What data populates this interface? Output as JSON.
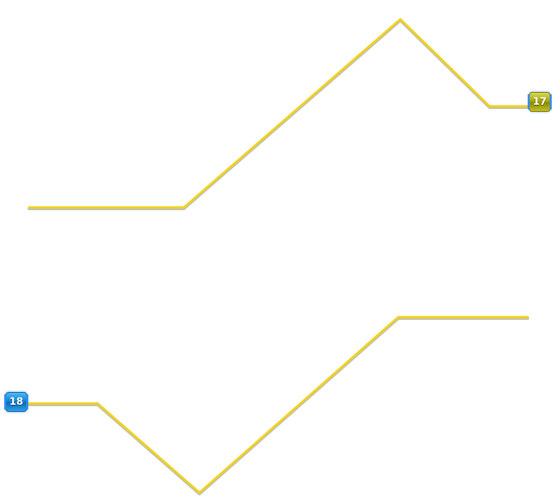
{
  "board": {
    "background": "#ffffff",
    "route_color": "#f2d21b",
    "markers": [
      {
        "id": "17",
        "label": "17",
        "color": "#a8a808"
      },
      {
        "id": "18",
        "label": "18",
        "color": "#1185d6"
      }
    ]
  }
}
